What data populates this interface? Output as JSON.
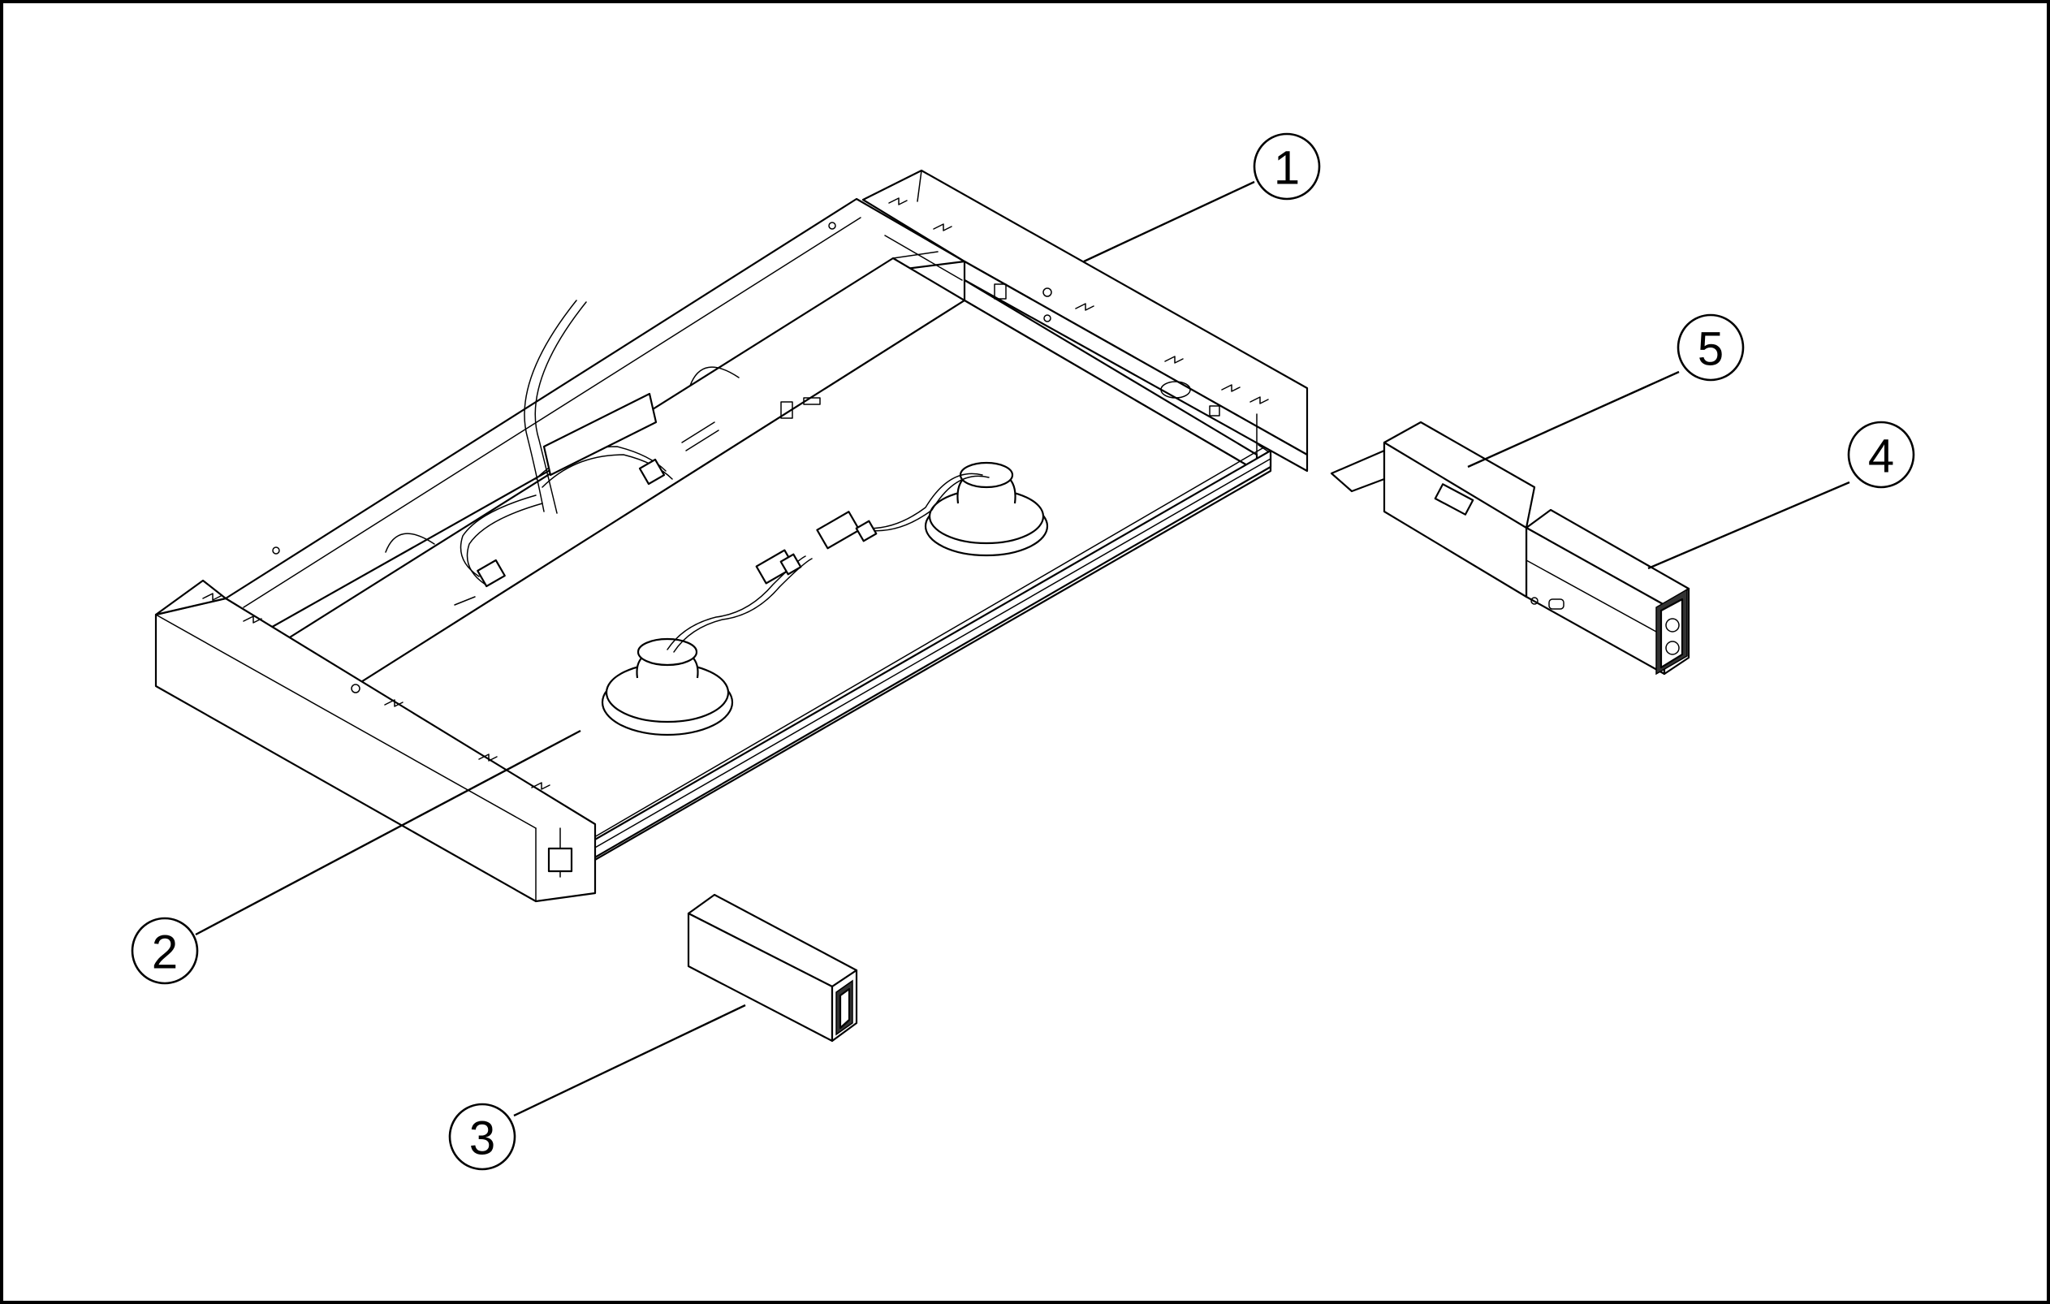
{
  "callouts": [
    {
      "id": "1",
      "label": "1"
    },
    {
      "id": "2",
      "label": "2"
    },
    {
      "id": "3",
      "label": "3"
    },
    {
      "id": "4",
      "label": "4"
    },
    {
      "id": "5",
      "label": "5"
    }
  ],
  "colors": {
    "line": "#000000",
    "background": "#ffffff",
    "frame": "#000000"
  }
}
